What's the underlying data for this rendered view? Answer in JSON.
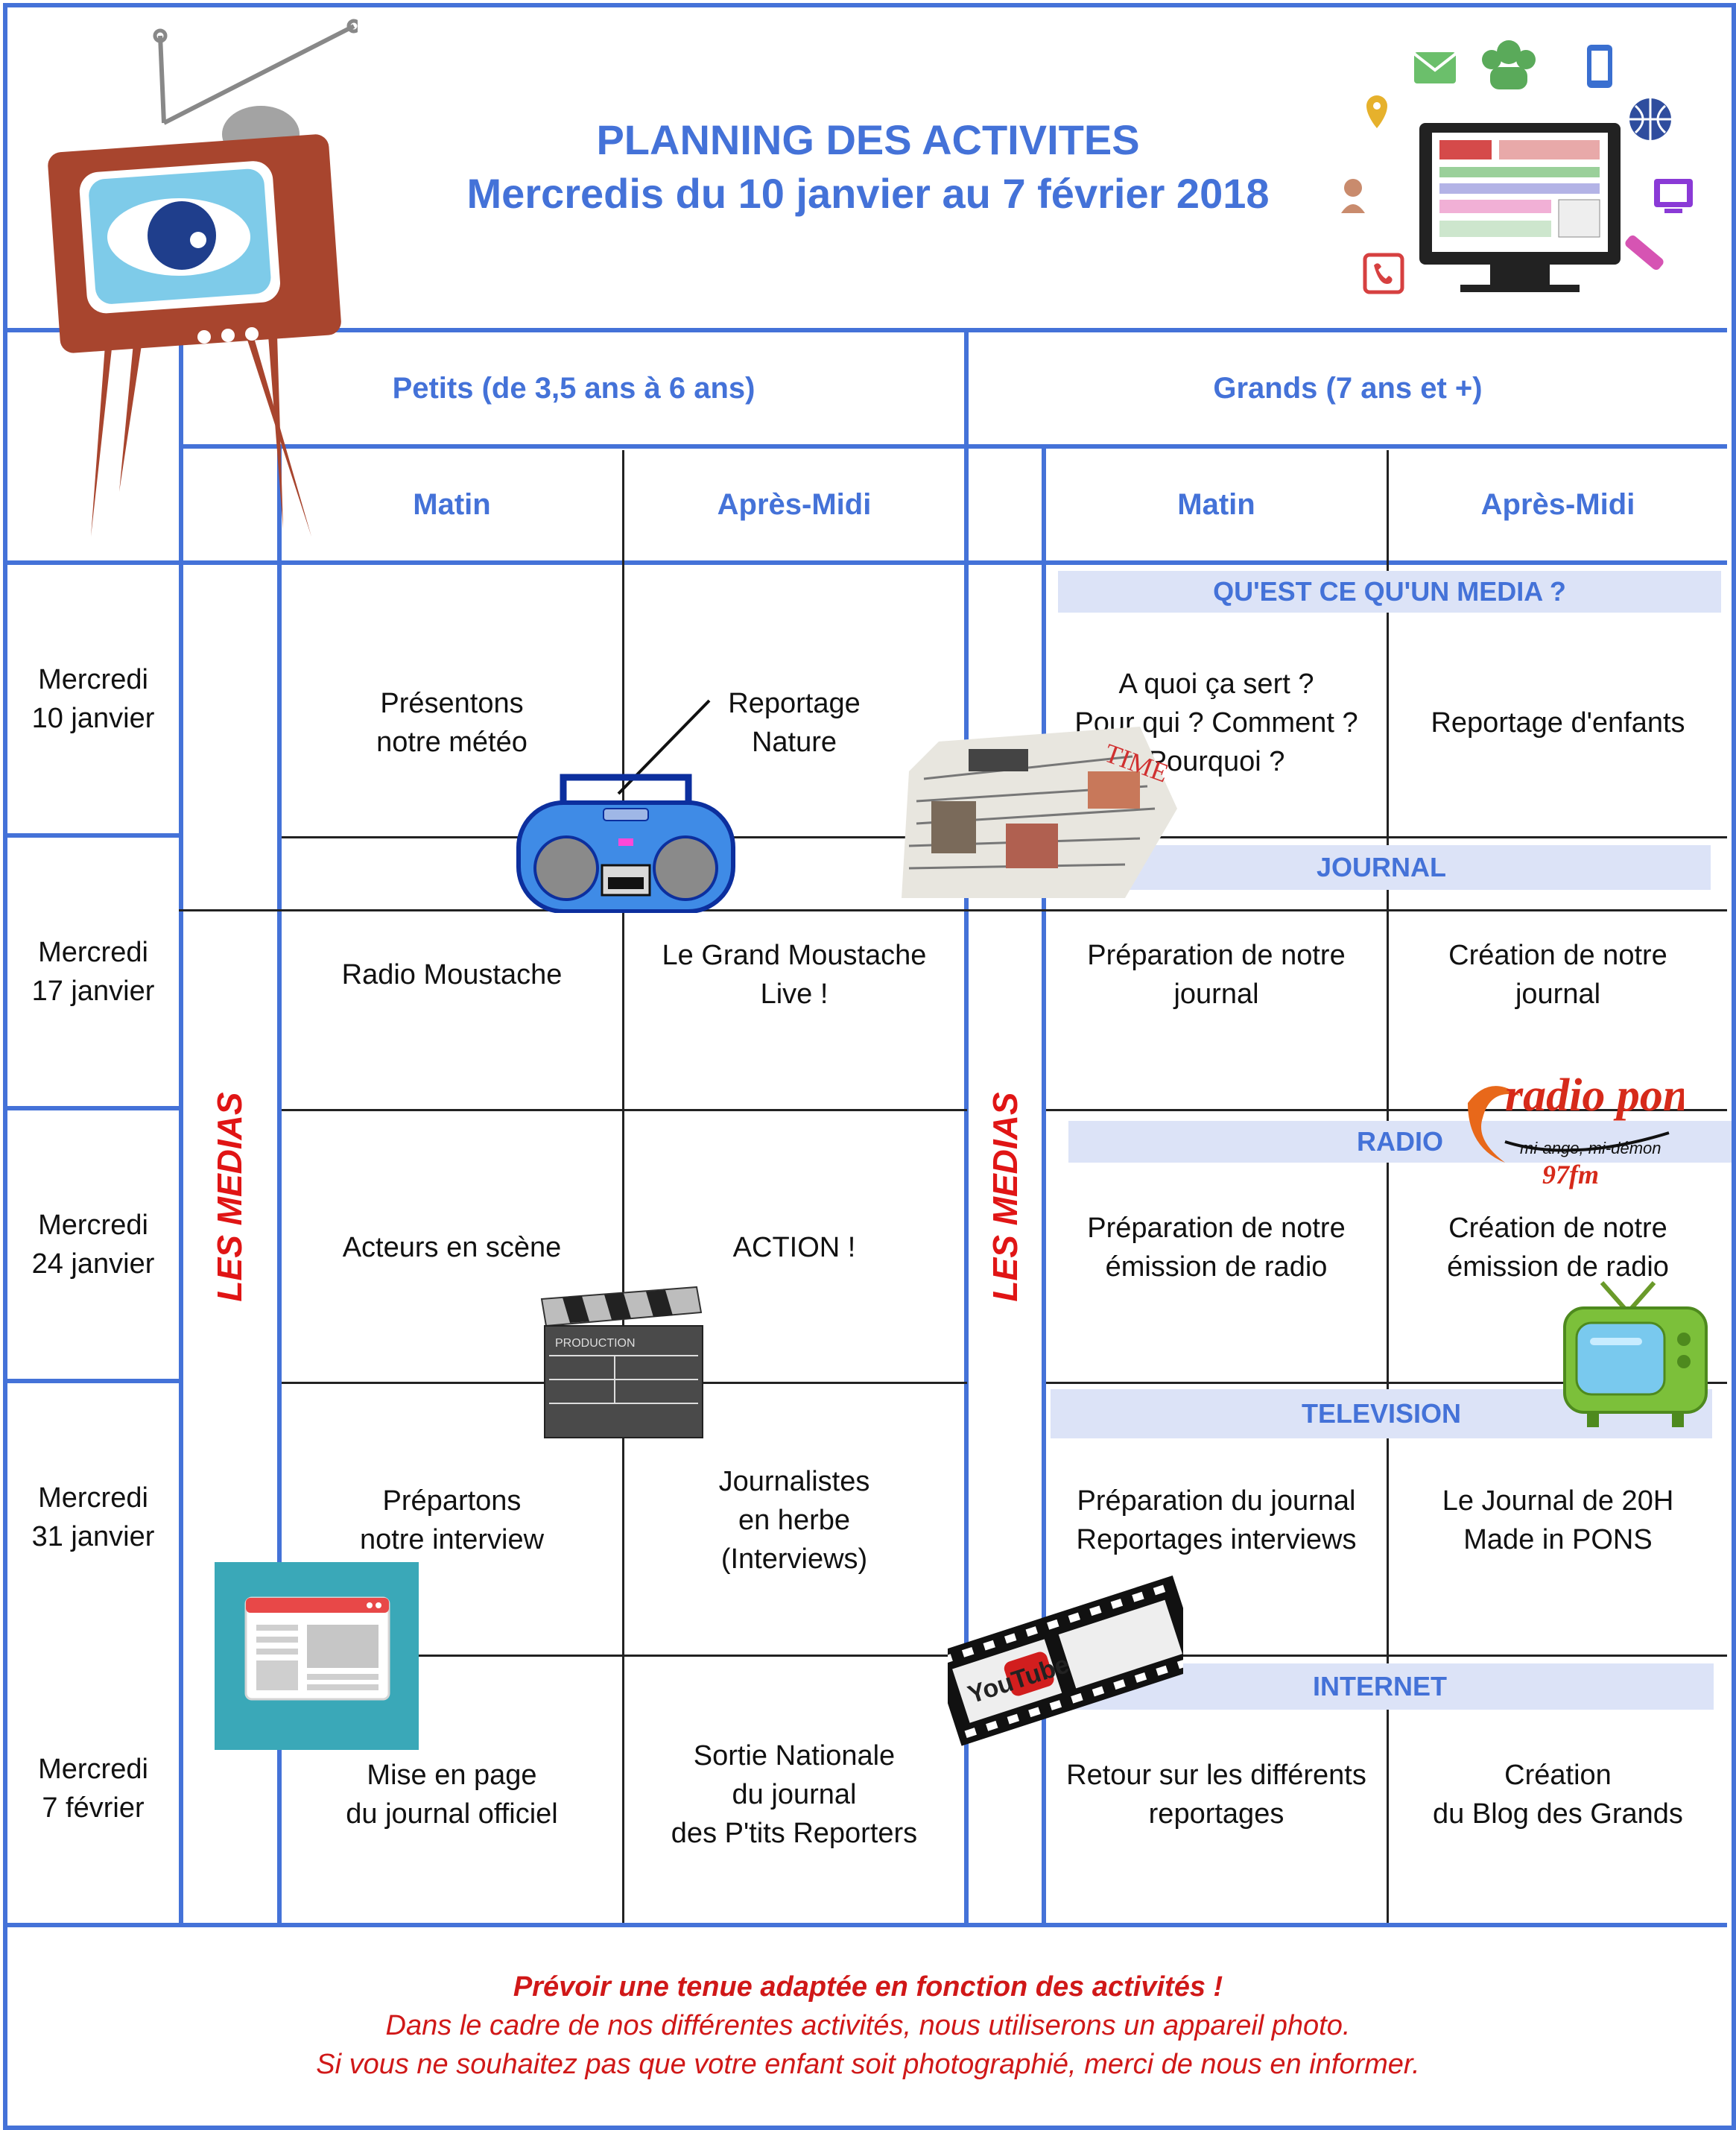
{
  "header": {
    "title_line1": "PLANNING DES ACTIVITES",
    "title_line2": "Mercredis du 10 janvier au 7 février 2018"
  },
  "groups": {
    "petits": "Petits (de 3,5 ans à 6 ans)",
    "grands": "Grands (7 ans et +)"
  },
  "periods": {
    "petits_matin": "Matin",
    "petits_apres_midi": "Après-Midi",
    "grands_matin": "Matin",
    "grands_apres_midi": "Après-Midi"
  },
  "side_label": "LES MEDIAS",
  "rows": [
    {
      "date": [
        "Mercredi",
        "10 janvier"
      ],
      "petits_matin": [
        "Présentons",
        "notre météo"
      ],
      "petits_apres_midi": [
        "Reportage",
        "Nature"
      ],
      "grands_matin": [
        "A quoi ça sert ?",
        "Pour qui ? Comment ?",
        "Pourquoi ?"
      ],
      "grands_apres_midi": [
        "Reportage d'enfants"
      ]
    },
    {
      "date": [
        "Mercredi",
        "17 janvier"
      ],
      "petits_matin": [
        "Radio Moustache"
      ],
      "petits_apres_midi": [
        "Le Grand Moustache",
        "Live !"
      ],
      "grands_matin": [
        "Préparation de notre",
        "journal"
      ],
      "grands_apres_midi": [
        "Création de notre",
        "journal"
      ]
    },
    {
      "date": [
        "Mercredi",
        "24 janvier"
      ],
      "petits_matin": [
        "Acteurs en scène"
      ],
      "petits_apres_midi": [
        "ACTION !"
      ],
      "grands_matin": [
        "Préparation de notre",
        "émission de radio"
      ],
      "grands_apres_midi": [
        "Création de notre",
        "émission de radio"
      ]
    },
    {
      "date": [
        "Mercredi",
        "31 janvier"
      ],
      "petits_matin": [
        "Prépartons",
        "notre interview"
      ],
      "petits_apres_midi": [
        "Journalistes",
        "en herbe",
        "(Interviews)"
      ],
      "grands_matin": [
        "Préparation du journal",
        "Reportages interviews"
      ],
      "grands_apres_midi": [
        "Le Journal de 20H",
        "Made in PONS"
      ]
    },
    {
      "date": [
        "Mercredi",
        "7 février"
      ],
      "petits_matin": [
        "Mise en page",
        "du journal officiel"
      ],
      "petits_apres_midi": [
        "Sortie Nationale",
        "du journal",
        "des P'tits Reporters"
      ],
      "grands_matin": [
        "Retour sur les différents",
        "reportages"
      ],
      "grands_apres_midi": [
        "Création",
        "du Blog des Grands"
      ]
    }
  ],
  "themes": [
    "QU'EST CE QU'UN MEDIA ?",
    "JOURNAL",
    "RADIO",
    "TELEVISION",
    "INTERNET"
  ],
  "images": {
    "radio_logo_text": "radio pons",
    "radio_logo_slogan": "mi-ange, mi-démon",
    "radio_logo_freq": "97fm",
    "youtube_text": "YouTube",
    "clapper_text": "PRODUCTION",
    "icons": [
      "tv-eye-icon",
      "computer-network-icon",
      "radio-boombox-icon",
      "newspapers-icon",
      "clapperboard-icon",
      "browser-window-icon",
      "youtube-film-icon",
      "green-tv-icon"
    ]
  },
  "footer": {
    "line1": "Prévoir une tenue adaptée en fonction des activités !",
    "line2": "Dans le cadre de nos différentes activités, nous utiliserons un appareil photo.",
    "line3": "Si vous ne souhaitez pas que votre enfant soit photographié, merci de nous en informer."
  },
  "colors": {
    "accent": "#4472d8",
    "band": "#dce3f7",
    "warning": "#d01818"
  }
}
